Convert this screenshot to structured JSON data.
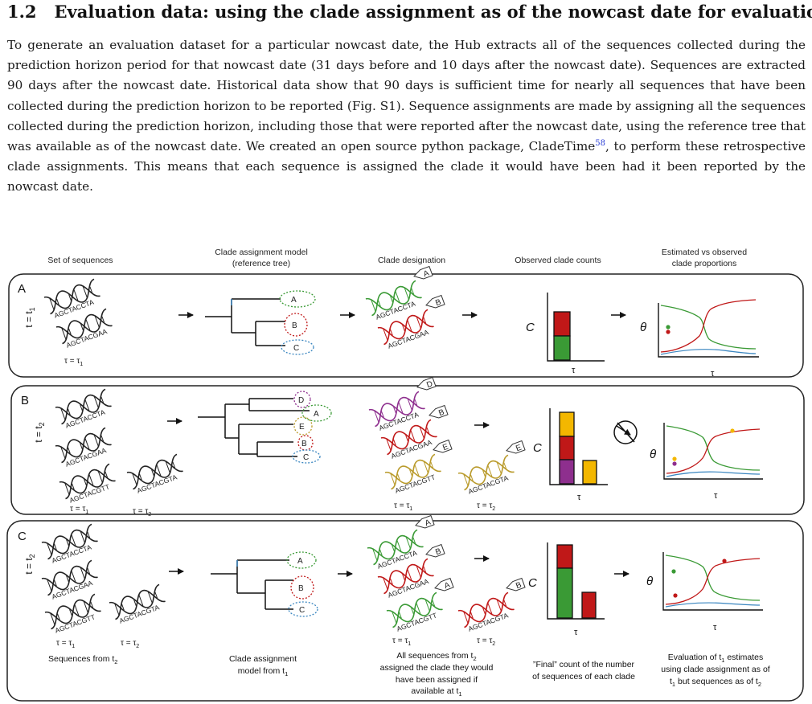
{
  "section": {
    "number": "1.2",
    "title": "Evaluation data: using the clade assignment as of the nowcast date for evaluation"
  },
  "paragraph": {
    "before_ref": "To generate an evaluation dataset for a particular nowcast date, the Hub extracts all of the sequences collected during the prediction horizon period for that nowcast date (31 days before and 10 days after the nowcast date). Sequences are extracted 90 days after the nowcast date. Historical data show that 90 days is sufficient time for nearly all sequences that have been collected during the prediction horizon to be reported (Fig. S1). Sequence assignments are made by assigning all the sequences collected during the prediction horizon, including those that were reported after the nowcast date, using the reference tree that was available as of the nowcast date. We created an open source python package, CladeTime",
    "ref": "58",
    "after_ref": ", to perform these retrospective clade assignments. This means that each sequence is assigned the clade it would have been had it been reported by the nowcast date."
  },
  "figure": {
    "headers": {
      "set_of_sequences": "Set of sequences",
      "model_l1": "Clade assignment model",
      "model_l2": "(reference tree)",
      "designation": "Clade designation",
      "counts": "Observed clade counts",
      "est_l1": "Estimated vs observed",
      "est_l2": "clade proportions"
    },
    "panels": {
      "a": "A",
      "b": "B",
      "c": "C"
    },
    "time_labels": {
      "a": "t = t",
      "a_sub": "1",
      "b": "t = t",
      "b_sub": "2",
      "c": "t = t",
      "c_sub": "2"
    },
    "tau_labels": {
      "tau1": "τ = τ",
      "tau1_sub": "1",
      "tau2": "τ = τ",
      "tau2_sub": "2"
    },
    "sequences": {
      "s1": "AGCTACCTA",
      "s2": "AGCTACGAA",
      "s3": "AGCTACGTT",
      "s4": "AGCTACGTA"
    },
    "clades": {
      "a": "A",
      "b": "B",
      "c": "C",
      "d": "D",
      "e": "E"
    },
    "axes": {
      "c": "C",
      "theta": "θ",
      "tau": "τ"
    },
    "captions": {
      "seq_from": "Sequences from t",
      "seq_from_sub": "2",
      "model_l1": "Clade assignment",
      "model_l2": "model from t",
      "model_l2_sub": "1",
      "all_l1": "All sequences from t",
      "all_l1_sub": "2",
      "all_l2": "assigned the clade they would",
      "all_l3": "have been assigned if",
      "all_l4": "available at t",
      "all_l4_sub": "1",
      "final_l1": "”Final” count of  the number",
      "final_l2": "of sequences of each clade",
      "eval_l1": "Evaluation of t",
      "eval_l1_sub": "1",
      "eval_l1_end": " estimates",
      "eval_l2": "using clade assignment as of",
      "eval_l3": "t",
      "eval_l3_sub": "1",
      "eval_l3_end": " but sequences as of t",
      "eval_l3_sub2": "2"
    },
    "colors": {
      "green": "#3a9a35",
      "red": "#c01818",
      "blue": "#3a86c0",
      "purple": "#8e2f8e",
      "yellow": "#f3b700",
      "olive": "#b99a2a"
    }
  }
}
